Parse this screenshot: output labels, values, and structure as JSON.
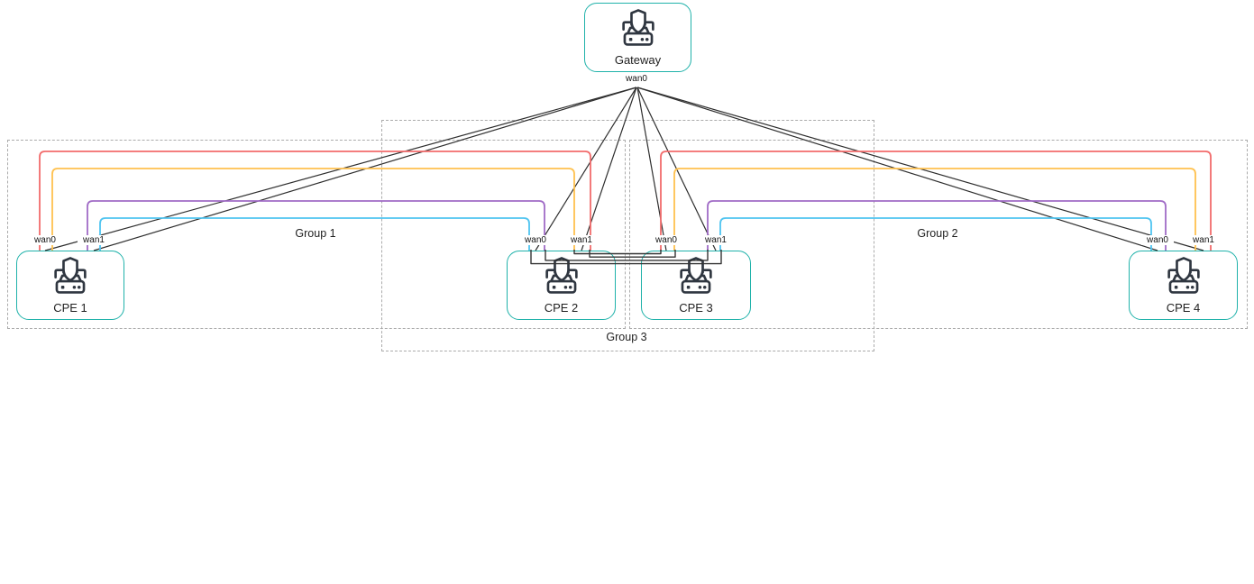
{
  "diagram": {
    "gateway": {
      "label": "Gateway",
      "port": "wan0"
    },
    "cpes": [
      {
        "label": "CPE 1",
        "ports": [
          "wan0",
          "wan1"
        ]
      },
      {
        "label": "CPE 2",
        "ports": [
          "wan0",
          "wan1"
        ]
      },
      {
        "label": "CPE 3",
        "ports": [
          "wan0",
          "wan1"
        ]
      },
      {
        "label": "CPE 4",
        "ports": [
          "wan0",
          "wan1"
        ]
      }
    ],
    "groups": [
      {
        "label": "Group 1",
        "members": [
          "CPE 1",
          "CPE 2"
        ]
      },
      {
        "label": "Group 2",
        "members": [
          "CPE 3",
          "CPE 4"
        ]
      },
      {
        "label": "Group 3",
        "members": [
          "CPE 2",
          "CPE 3"
        ]
      }
    ],
    "links": [
      {
        "from": "Gateway.wan0",
        "to": "CPE 1.wan0",
        "color": "black"
      },
      {
        "from": "Gateway.wan0",
        "to": "CPE 1.wan1",
        "color": "black"
      },
      {
        "from": "Gateway.wan0",
        "to": "CPE 2.wan0",
        "color": "black"
      },
      {
        "from": "Gateway.wan0",
        "to": "CPE 2.wan1",
        "color": "black"
      },
      {
        "from": "Gateway.wan0",
        "to": "CPE 3.wan0",
        "color": "black"
      },
      {
        "from": "Gateway.wan0",
        "to": "CPE 3.wan1",
        "color": "black"
      },
      {
        "from": "Gateway.wan0",
        "to": "CPE 4.wan0",
        "color": "black"
      },
      {
        "from": "Gateway.wan0",
        "to": "CPE 4.wan1",
        "color": "black"
      },
      {
        "group": "Group 1",
        "from": "CPE 1.wan0",
        "to": "CPE 2.wan1",
        "color": "red"
      },
      {
        "group": "Group 1",
        "from": "CPE 1.wan0",
        "to": "CPE 2.wan1",
        "color": "yellow"
      },
      {
        "group": "Group 1",
        "from": "CPE 1.wan1",
        "to": "CPE 2.wan0",
        "color": "purple"
      },
      {
        "group": "Group 1",
        "from": "CPE 1.wan1",
        "to": "CPE 2.wan0",
        "color": "cyan"
      },
      {
        "group": "Group 2",
        "from": "CPE 3.wan0",
        "to": "CPE 4.wan1",
        "color": "red"
      },
      {
        "group": "Group 2",
        "from": "CPE 3.wan0",
        "to": "CPE 4.wan1",
        "color": "yellow"
      },
      {
        "group": "Group 2",
        "from": "CPE 3.wan1",
        "to": "CPE 4.wan0",
        "color": "purple"
      },
      {
        "group": "Group 2",
        "from": "CPE 3.wan1",
        "to": "CPE 4.wan0",
        "color": "cyan"
      },
      {
        "group": "Group 3",
        "from": "CPE 2.wan1",
        "to": "CPE 3.wan0",
        "color": "black"
      },
      {
        "group": "Group 3",
        "from": "CPE 2.wan1",
        "to": "CPE 3.wan0",
        "color": "black"
      },
      {
        "group": "Group 3",
        "from": "CPE 2.wan0",
        "to": "CPE 3.wan1",
        "color": "black"
      },
      {
        "group": "Group 3",
        "from": "CPE 2.wan0",
        "to": "CPE 3.wan1",
        "color": "black"
      }
    ],
    "colors": {
      "node_border": "#20B2AA",
      "red": "#F26C6C",
      "yellow": "#FFC14E",
      "purple": "#A06BC6",
      "cyan": "#4FC4F0",
      "wire": "#2E2E2E",
      "group_dash": "#ABABAB",
      "icon": "#2F3640",
      "text": "#1F1F1F"
    }
  }
}
